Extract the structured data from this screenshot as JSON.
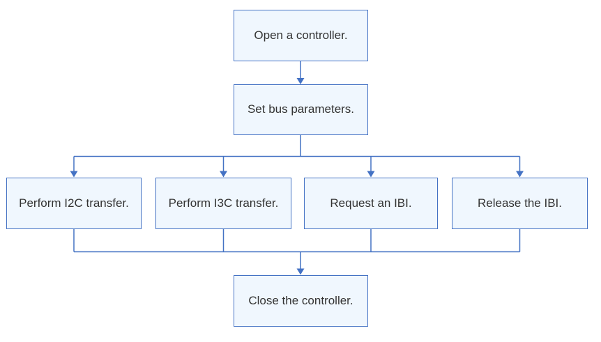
{
  "diagram": {
    "type": "flowchart",
    "nodes": [
      {
        "id": "open",
        "label": "Open a controller."
      },
      {
        "id": "set",
        "label": "Set bus parameters."
      },
      {
        "id": "i2c",
        "label": "Perform I2C transfer."
      },
      {
        "id": "i3c",
        "label": "Perform I3C transfer."
      },
      {
        "id": "req",
        "label": "Request an IBI."
      },
      {
        "id": "rel",
        "label": "Release the IBI."
      },
      {
        "id": "close",
        "label": "Close the controller."
      }
    ],
    "edges": [
      {
        "from": "open",
        "to": "set"
      },
      {
        "from": "set",
        "to": "i2c"
      },
      {
        "from": "set",
        "to": "i3c"
      },
      {
        "from": "set",
        "to": "req"
      },
      {
        "from": "set",
        "to": "rel"
      },
      {
        "from": "i2c",
        "to": "close"
      },
      {
        "from": "i3c",
        "to": "close"
      },
      {
        "from": "req",
        "to": "close"
      },
      {
        "from": "rel",
        "to": "close"
      }
    ]
  },
  "colors": {
    "node-border": "#4472C4",
    "node-fill": "#F0F7FE",
    "node-text": "#333333",
    "connector": "#4472C4",
    "canvas": "#FFFFFF"
  }
}
